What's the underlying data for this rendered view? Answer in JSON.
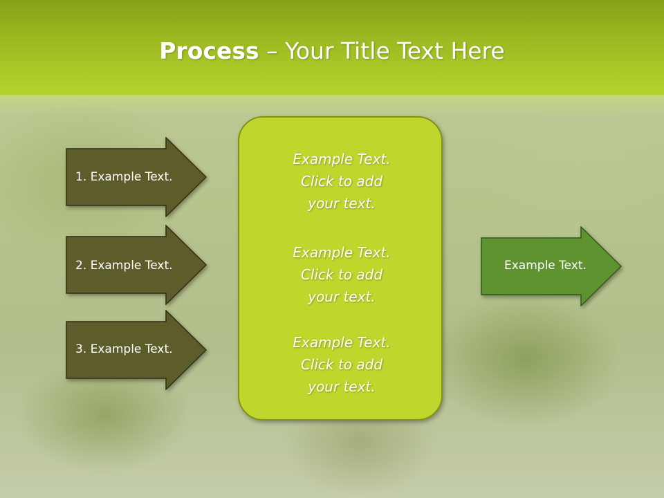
{
  "title": {
    "bold": "Process",
    "rest": " – Your Title Text Here"
  },
  "steps": [
    {
      "label": "1. Example Text."
    },
    {
      "label": "2. Example Text."
    },
    {
      "label": "3. Example Text."
    }
  ],
  "center_panel": {
    "blocks": [
      {
        "line1": "Example Text.",
        "line2": "Click  to add",
        "line3": "your text."
      },
      {
        "line1": "Example Text.",
        "line2": "Click  to add",
        "line3": "your text."
      },
      {
        "line1": "Example Text.",
        "line2": "Click  to add",
        "line3": "your text."
      }
    ]
  },
  "output": {
    "label": "Example Text."
  },
  "colors": {
    "header": "#9dbb22",
    "step_arrow": "#5d5d2c",
    "panel": "#bfd62c",
    "output_arrow": "#5f9330"
  }
}
